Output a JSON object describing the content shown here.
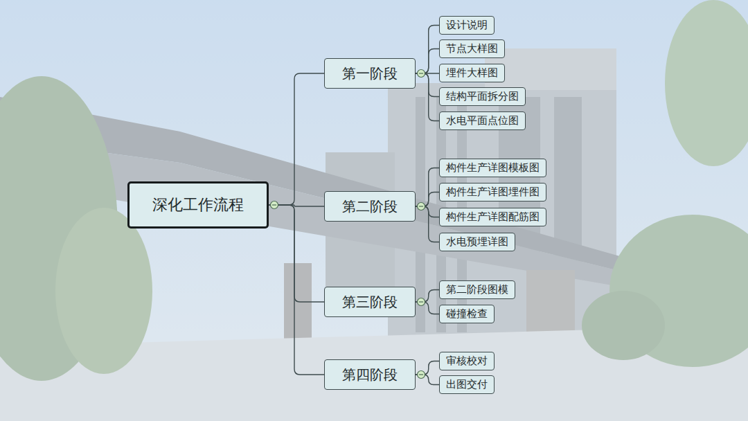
{
  "diagram": {
    "nodes": [
      {
        "text": [
          "深化工作流程"
        ]
      },
      {
        "text": [
          "第一阶段"
        ]
      },
      {
        "text": [
          "设计说明"
        ]
      },
      {
        "text": [
          "节点大样图"
        ]
      },
      {
        "text": [
          "埋件大样图"
        ]
      },
      {
        "text": [
          "结构平面拆分图"
        ]
      },
      {
        "text": [
          "水电平面点位图"
        ]
      },
      {
        "text": [
          "第二阶段"
        ]
      },
      {
        "text": [
          "构件生产详图模板图"
        ]
      },
      {
        "text": [
          "构件生产详图埋件图"
        ]
      },
      {
        "text": [
          "构件生产详图配筋图"
        ]
      },
      {
        "text": [
          "水电预埋详图"
        ]
      },
      {
        "text": [
          "第三阶段"
        ]
      },
      {
        "text": [
          "第二阶段图模"
        ]
      },
      {
        "text": [
          "碰撞检查"
        ]
      },
      {
        "text": [
          "第四阶段"
        ]
      },
      {
        "text": [
          "审核校对"
        ]
      },
      {
        "text": [
          "出图交付"
        ]
      }
    ],
    "edges": [
      {
        "from": 0,
        "to": 1,
        "arrow": "none"
      },
      {
        "from": 0,
        "to": 7,
        "arrow": "none"
      },
      {
        "from": 0,
        "to": 12,
        "arrow": "none"
      },
      {
        "from": 0,
        "to": 15,
        "arrow": "none"
      },
      {
        "from": 1,
        "to": 2,
        "arrow": "none"
      },
      {
        "from": 1,
        "to": 3,
        "arrow": "none"
      },
      {
        "from": 1,
        "to": 4,
        "arrow": "none"
      },
      {
        "from": 1,
        "to": 5,
        "arrow": "none"
      },
      {
        "from": 1,
        "to": 6,
        "arrow": "none"
      },
      {
        "from": 7,
        "to": 8,
        "arrow": "none"
      },
      {
        "from": 7,
        "to": 9,
        "arrow": "none"
      },
      {
        "from": 7,
        "to": 10,
        "arrow": "none"
      },
      {
        "from": 7,
        "to": 11,
        "arrow": "none"
      },
      {
        "from": 12,
        "to": 13,
        "arrow": "none"
      },
      {
        "from": 12,
        "to": 14,
        "arrow": "none"
      },
      {
        "from": 15,
        "to": 16,
        "arrow": "none"
      },
      {
        "from": 15,
        "to": 17,
        "arrow": "none"
      }
    ]
  }
}
